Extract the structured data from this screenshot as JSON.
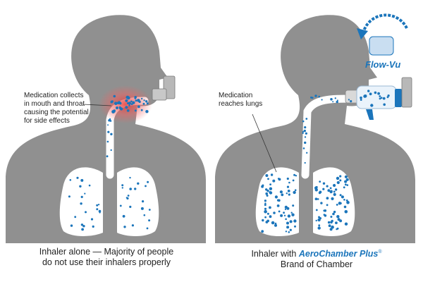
{
  "left_panel": {
    "callout": [
      "Medication collects",
      "in mouth and throat",
      "causing the potential",
      "for side effects"
    ],
    "caption_line1": "Inhaler alone — Majority of people",
    "caption_line2": "do not use their inhalers properly"
  },
  "right_panel": {
    "callout": [
      "Medication",
      "reaches lungs"
    ],
    "caption_prefix": "Inhaler with ",
    "caption_brand": "AeroChamber Plus",
    "caption_reg": "®",
    "caption_line2": "Brand of Chamber",
    "flowvu_label": "Flow-Vu"
  },
  "colors": {
    "silhouette": "#909090",
    "airway": "#ffffff",
    "particles": "#1b75bb",
    "irritation": "#e53935",
    "brand": "#1b75bb"
  }
}
